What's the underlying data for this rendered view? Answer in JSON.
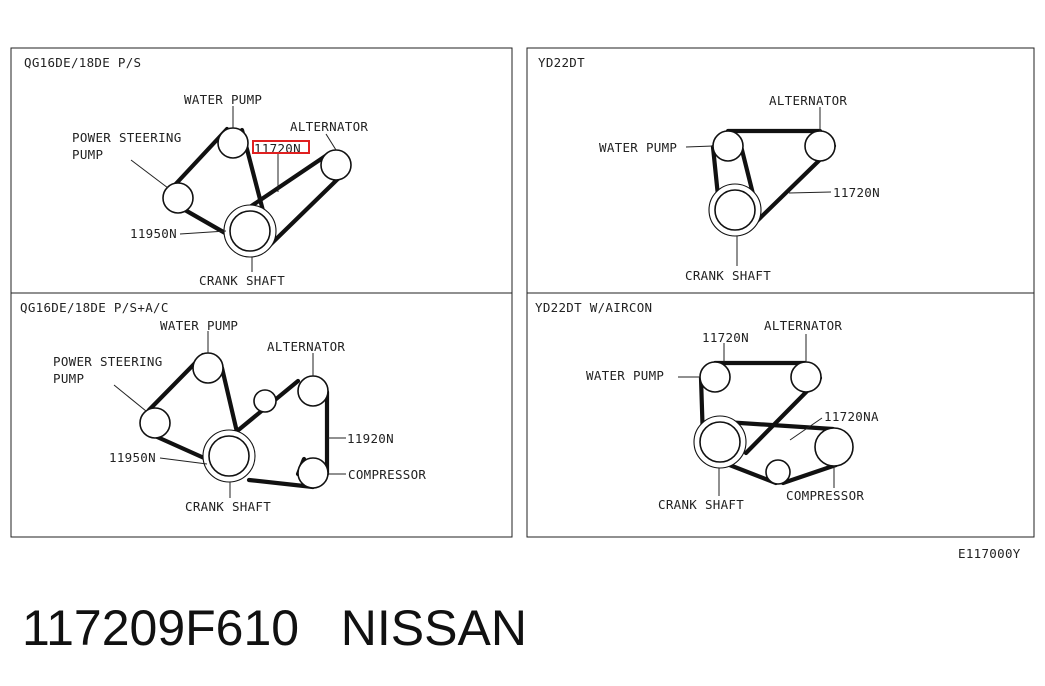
{
  "panels": {
    "p1": {
      "title": "QG16DE/18DE P/S",
      "water_pump": "WATER PUMP",
      "alternator": "ALTERNATOR",
      "ps_line1": "POWER STEERING",
      "ps_line2": "PUMP",
      "belt_main": "11720N",
      "belt_ps": "11950N",
      "crank": "CRANK SHAFT"
    },
    "p2": {
      "title": "YD22DT",
      "alternator": "ALTERNATOR",
      "water_pump": "WATER PUMP",
      "belt_main": "11720N",
      "crank": "CRANK SHAFT"
    },
    "p3": {
      "title": "QG16DE/18DE   P/S+A/C",
      "water_pump": "WATER PUMP",
      "ps_line1": "POWER STEERING",
      "ps_line2": "PUMP",
      "alternator": "ALTERNATOR",
      "belt_ac": "11920N",
      "belt_ps": "11950N",
      "compressor": "COMPRESSOR",
      "crank": "CRANK SHAFT"
    },
    "p4": {
      "title": "YD22DT W/AIRCON",
      "belt_main": "11720N",
      "alternator": "ALTERNATOR",
      "water_pump": "WATER PUMP",
      "belt_ac": "11720NA",
      "compressor": "COMPRESSOR",
      "crank": "CRANK SHAFT"
    }
  },
  "figure_code": "E117000Y",
  "part_number": "117209F610",
  "brand": "NISSAN",
  "colors": {
    "highlight": "#e02020",
    "line": "#111111"
  }
}
